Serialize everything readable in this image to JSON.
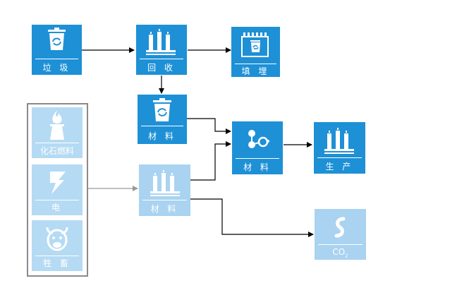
{
  "nodes": {
    "garbage": {
      "label": "垃 圾",
      "icon": "recycle-bin-icon"
    },
    "recycle": {
      "label": "回 收",
      "icon": "factory-icon"
    },
    "landfill": {
      "label": "填 埋",
      "icon": "landfill-bin-icon"
    },
    "material_recycled": {
      "label": "材 料",
      "icon": "recycle-bin-icon"
    },
    "material_molecule": {
      "label": "材 料",
      "icon": "molecule-icon"
    },
    "production": {
      "label": "生 产",
      "icon": "factory-icon"
    },
    "material_raw": {
      "label": "材 料",
      "icon": "factory-icon"
    },
    "co2": {
      "label_main": "CO",
      "label_sub": "2",
      "icon": "s-curve-icon"
    },
    "fossil_fuel": {
      "label": "化石燃料",
      "icon": "fire-factory-icon"
    },
    "electricity": {
      "label": "电",
      "icon": "lightning-icon"
    },
    "livestock": {
      "label": "牲 畜",
      "icon": "cow-icon"
    }
  },
  "colors": {
    "primary": "#1e90d6",
    "faded": "#a9d3f0",
    "arrow": "#000000",
    "faded_arrow": "#999999",
    "group_border": "#8a8a8a"
  }
}
